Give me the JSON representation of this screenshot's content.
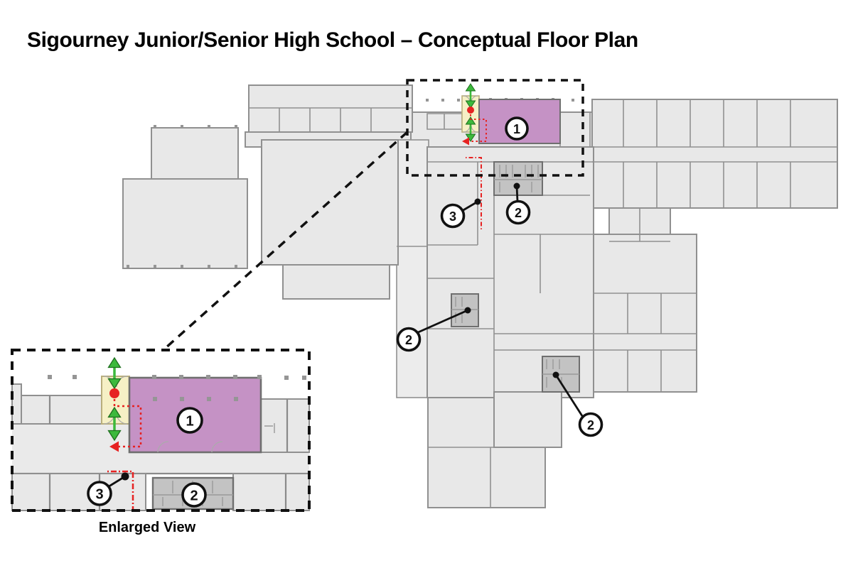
{
  "title": "Sigourney Junior/Senior High School – Conceptual Floor Plan",
  "enlarged_view": {
    "caption": "Enlarged View"
  },
  "callouts": {
    "one": "1",
    "two": "2",
    "three": "3"
  },
  "colors": {
    "highlight_room": "#c592c5",
    "vestibule": "#f6f0c5",
    "arrow_green": "#3cb93c",
    "arrow_green_outline": "#1e6f1e",
    "route_red": "#e62222",
    "floor": "#e8e8e8",
    "wall": "#909090",
    "restroom_gray": "#c3c3c3",
    "annotation_black": "#111111"
  }
}
